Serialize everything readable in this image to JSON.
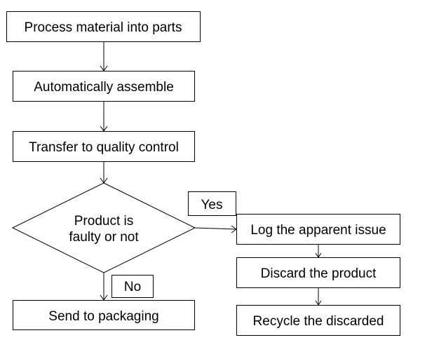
{
  "nodes": {
    "process_material": "Process material into parts",
    "auto_assemble": "Automatically assemble",
    "quality_control": "Transfer to quality control",
    "decision_line1": "Product is",
    "decision_line2": "faulty or not",
    "send_packaging": "Send to packaging",
    "log_issue": "Log the apparent issue",
    "discard_product": "Discard the product",
    "recycle": "Recycle the discarded"
  },
  "edge_labels": {
    "yes": "Yes",
    "no": "No"
  }
}
